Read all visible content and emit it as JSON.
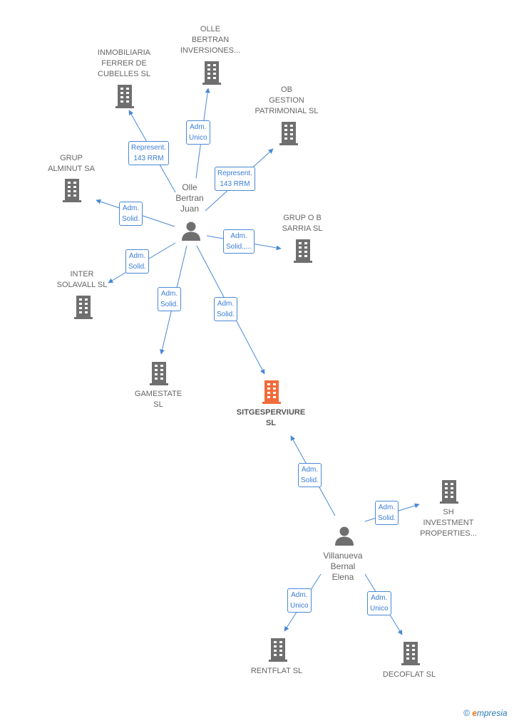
{
  "colors": {
    "edge": "#4a88d4",
    "building": "#6f6f6f",
    "focus": "#f26b3a",
    "person": "#6f6f6f"
  },
  "nodes": {
    "olle_juan": [
      "Olle",
      "Bertran",
      "Juan"
    ],
    "villanueva": [
      "Villanueva",
      "Bernal",
      "Elena"
    ],
    "inmobiliaria": [
      "INMOBILIARIA",
      "FERRER DE",
      "CUBELLES  SL"
    ],
    "olle_inversiones": [
      "OLLE",
      "BERTRAN",
      "INVERSIONES..."
    ],
    "ob_gestion": [
      "OB",
      "GESTION",
      "PATRIMONIAL SL"
    ],
    "grup_alminut": [
      "GRUP",
      "ALMINUT SA"
    ],
    "grup_ob_sarria": [
      "GRUP O B",
      "SARRIA SL"
    ],
    "inter_solavall": [
      "INTER",
      "SOLAVALL SL"
    ],
    "gamestate": [
      "GAMESTATE",
      "SL"
    ],
    "sitgesperviure": [
      "SITGESPERVIURE",
      "SL"
    ],
    "sh_investment": [
      "SH",
      "INVESTMENT",
      "PROPERTIES..."
    ],
    "rentflat": [
      "RENTFLAT SL"
    ],
    "decoflat": [
      "DECOFLAT SL"
    ]
  },
  "edges": {
    "inmobiliaria": [
      "Represent.",
      "143 RRM"
    ],
    "olle_inversiones": [
      "Adm.",
      "Unico"
    ],
    "ob_gestion": [
      "Represent.",
      "143 RRM"
    ],
    "grup_alminut": [
      "Adm.",
      "Solid."
    ],
    "grup_ob_sarria": [
      "Adm.",
      "Solid.,..."
    ],
    "inter_solavall": [
      "Adm.",
      "Solid."
    ],
    "gamestate": [
      "Adm.",
      "Solid."
    ],
    "sitgesperviure_1": [
      "Adm.",
      "Solid."
    ],
    "sitgesperviure_2": [
      "Adm.",
      "Solid."
    ],
    "sh_investment": [
      "Adm.",
      "Solid."
    ],
    "rentflat": [
      "Adm.",
      "Unico"
    ],
    "decoflat": [
      "Adm.",
      "Unico"
    ]
  },
  "footer": {
    "copyright": "©",
    "brand_initial": "e",
    "brand_rest": "mpresia"
  }
}
